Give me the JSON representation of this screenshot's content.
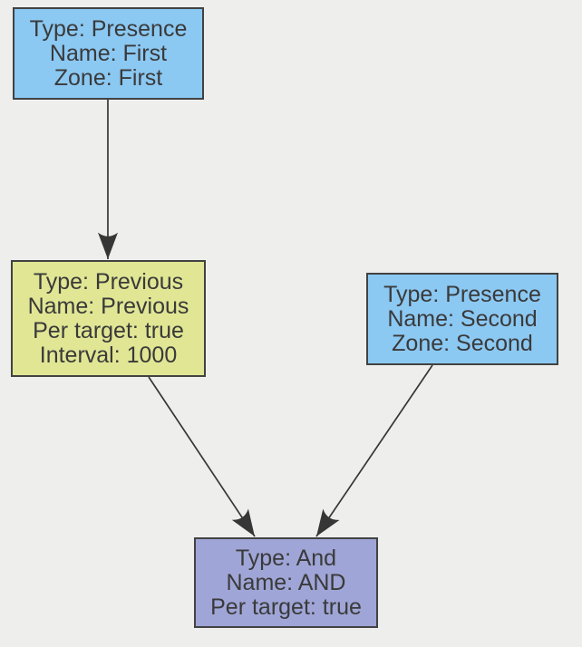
{
  "colors": {
    "background": "#eeeeec",
    "border": "#424242",
    "edge": "#363636",
    "text": "#3a3a3a",
    "presence_fill": "#8bc8f2",
    "previous_fill": "#e0e694",
    "and_fill": "#9fa5d6"
  },
  "nodes": {
    "first": {
      "lines": {
        "0": "Type: Presence",
        "1": "Name: First",
        "2": "Zone: First"
      }
    },
    "previous": {
      "lines": {
        "0": "Type: Previous",
        "1": "Name: Previous",
        "2": "Per target: true",
        "3": "Interval: 1000"
      }
    },
    "second": {
      "lines": {
        "0": "Type: Presence",
        "1": "Name: Second",
        "2": "Zone: Second"
      }
    },
    "and": {
      "lines": {
        "0": "Type: And",
        "1": "Name: AND",
        "2": "Per target: true"
      }
    }
  }
}
